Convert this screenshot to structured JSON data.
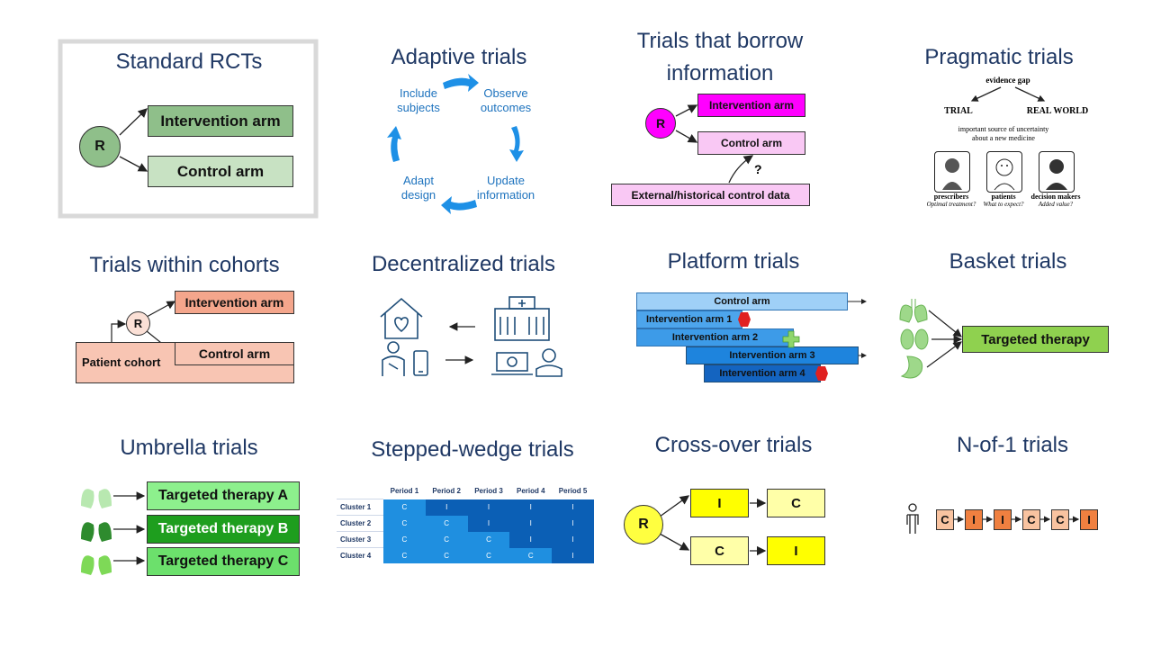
{
  "colors": {
    "title": "#1f3864",
    "intervention_dark": "#8fbf8a",
    "control_light": "#c8e2c3",
    "magenta": "#ff00ff",
    "pink_light": "#f9c8f4",
    "salmon": "#f4a68c",
    "salmon_light": "#f8c5b3",
    "blue_arrow": "#1e90e6",
    "yellow": "#ffff00",
    "yellow_light": "#ffffa8",
    "orange": "#f08040",
    "orange_light": "#f9c3a0",
    "green_bright": "#7ed957"
  },
  "standard_rcts": {
    "title": "Standard RCTs",
    "r": "R",
    "intervention": "Intervention arm",
    "control": "Control arm"
  },
  "adaptive": {
    "title": "Adaptive trials",
    "steps": [
      "Include\nsubjects",
      "Observe\noutcomes",
      "Update\ninformation",
      "Adapt\ndesign"
    ]
  },
  "borrow": {
    "title": "Trials that borrow information",
    "r": "R",
    "intervention": "Intervention arm",
    "control": "Control arm",
    "external": "External/historical control data",
    "question": "?"
  },
  "pragmatic": {
    "title": "Pragmatic  trials",
    "gap": "evidence gap",
    "trial": "TRIAL",
    "real_world": "REAL WORLD",
    "note": "important source of uncertainty\nabout a new medicine",
    "people": [
      {
        "label": "prescribers",
        "question": "Optimal treatment?"
      },
      {
        "label": "patients",
        "question": "What to expect?"
      },
      {
        "label": "decision makers",
        "question": "Added value?"
      }
    ]
  },
  "cohorts": {
    "title": "Trials within cohorts",
    "r": "R",
    "intervention": "Intervention arm",
    "control": "Control arm",
    "cohort": "Patient cohort"
  },
  "decentralized": {
    "title": "Decentralized trials",
    "icons": [
      "home-heart-icon",
      "hospital-icon",
      "patient-icon",
      "smartphone-icon",
      "laptop-icon",
      "doctor-icon"
    ]
  },
  "platform": {
    "title": "Platform trials",
    "arms": [
      "Control arm",
      "Intervention arm 1",
      "Intervention arm 2",
      "Intervention arm 3",
      "Intervention arm 4"
    ]
  },
  "basket": {
    "title": "Basket trials",
    "therapy": "Targeted therapy",
    "organs": [
      "lungs-icon",
      "kidneys-icon",
      "stomach-icon"
    ]
  },
  "umbrella": {
    "title": "Umbrella trials",
    "therapies": [
      "Targeted therapy A",
      "Targeted therapy B",
      "Targeted therapy C"
    ]
  },
  "stepped": {
    "title": "Stepped-wedge trials",
    "periods": [
      "Period 1",
      "Period 2",
      "Period 3",
      "Period 4",
      "Period 5"
    ],
    "rows": [
      {
        "cluster": "Cluster 1",
        "cells": [
          "C",
          "I",
          "I",
          "I",
          "I"
        ]
      },
      {
        "cluster": "Cluster 2",
        "cells": [
          "C",
          "C",
          "I",
          "I",
          "I"
        ]
      },
      {
        "cluster": "Cluster 3",
        "cells": [
          "C",
          "C",
          "C",
          "I",
          "I"
        ]
      },
      {
        "cluster": "Cluster 4",
        "cells": [
          "C",
          "C",
          "C",
          "C",
          "I"
        ]
      }
    ]
  },
  "crossover": {
    "title": "Cross-over trials",
    "r": "R",
    "top": [
      "I",
      "C"
    ],
    "bottom": [
      "C",
      "I"
    ]
  },
  "nof1": {
    "title": "N-of-1 trials",
    "sequence": [
      "C",
      "I",
      "I",
      "C",
      "C",
      "I"
    ]
  }
}
